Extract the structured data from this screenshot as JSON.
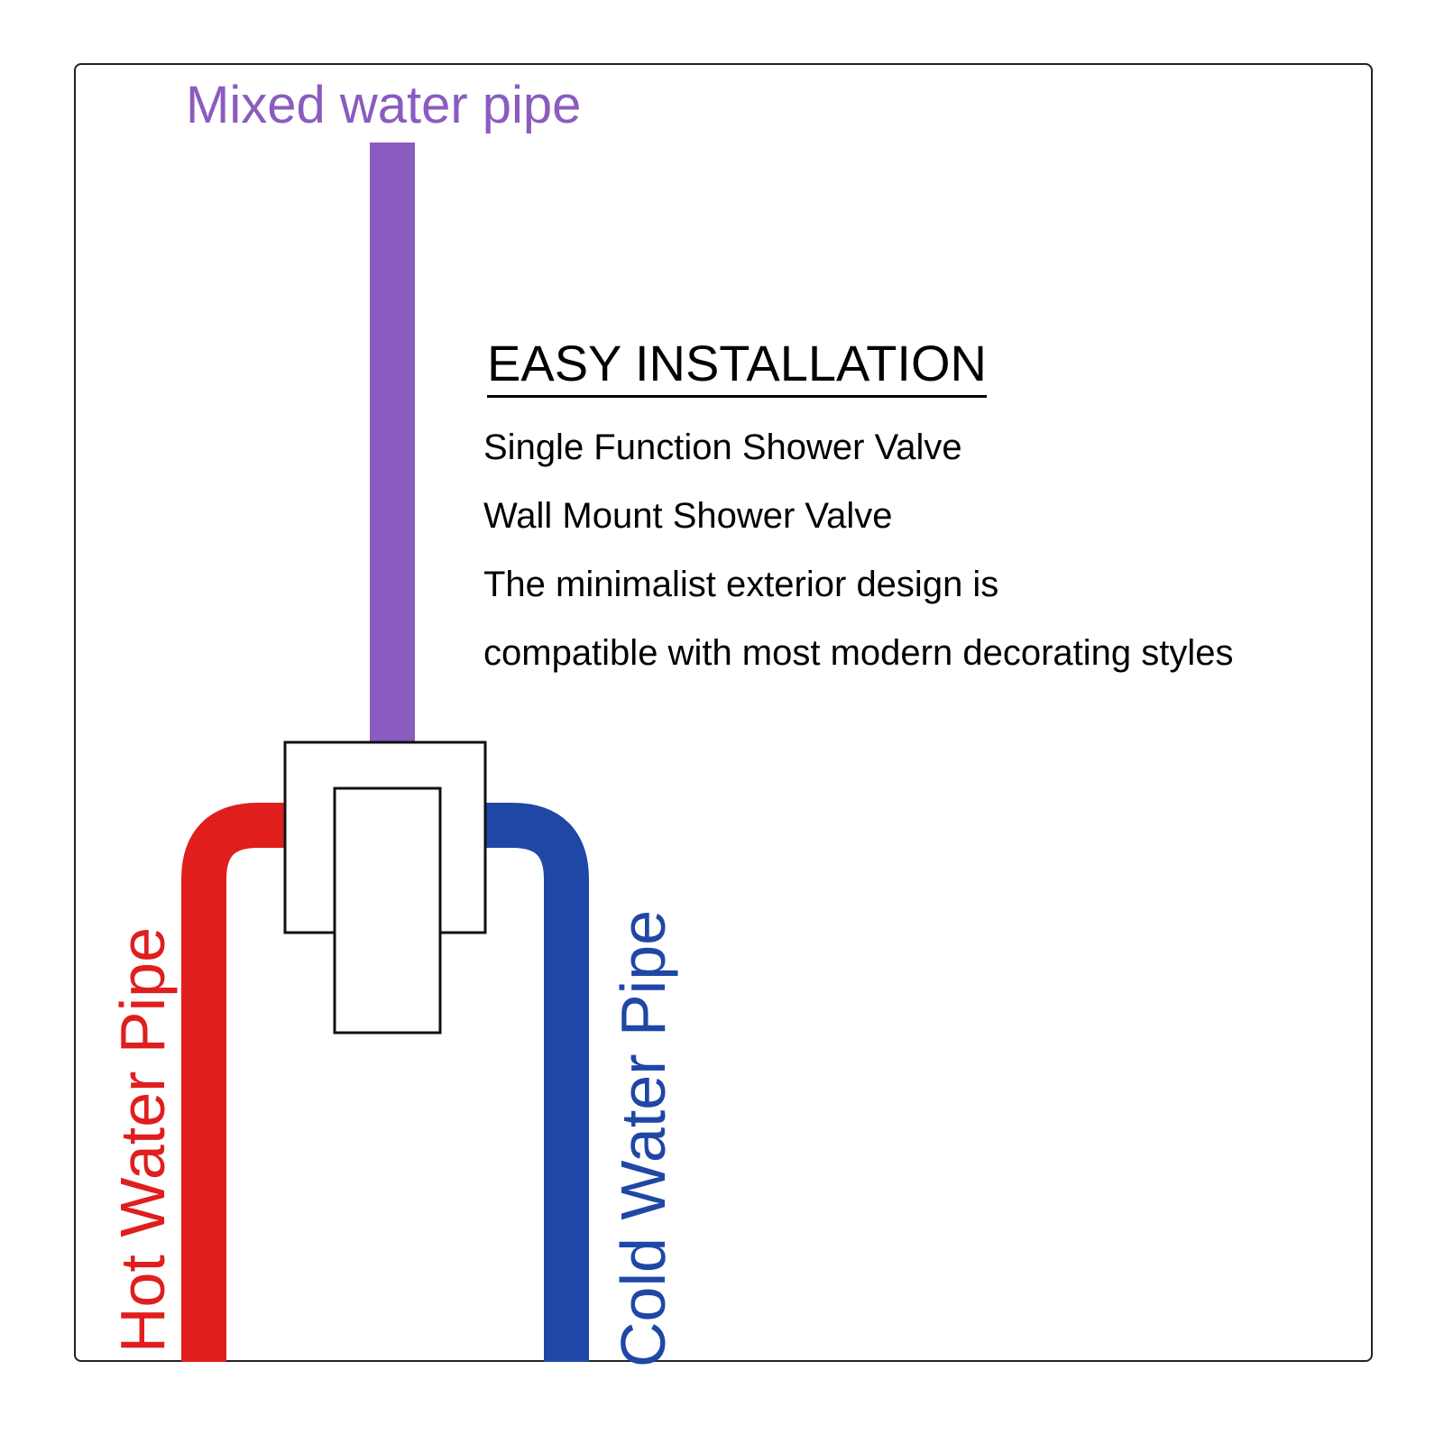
{
  "labels": {
    "mixed": "Mixed water pipe",
    "hot": "Hot Water Pipe",
    "cold": "Cold Water Pipe"
  },
  "info": {
    "heading": "EASY INSTALLATION",
    "lines": [
      "Single Function Shower Valve",
      "Wall Mount Shower Valve",
      "The minimalist exterior design is",
      "compatible with most modern decorating styles"
    ]
  },
  "colors": {
    "mixed": "#8a5cbf",
    "hot": "#e01e1e",
    "cold": "#1f47a6",
    "outline": "#111111"
  }
}
